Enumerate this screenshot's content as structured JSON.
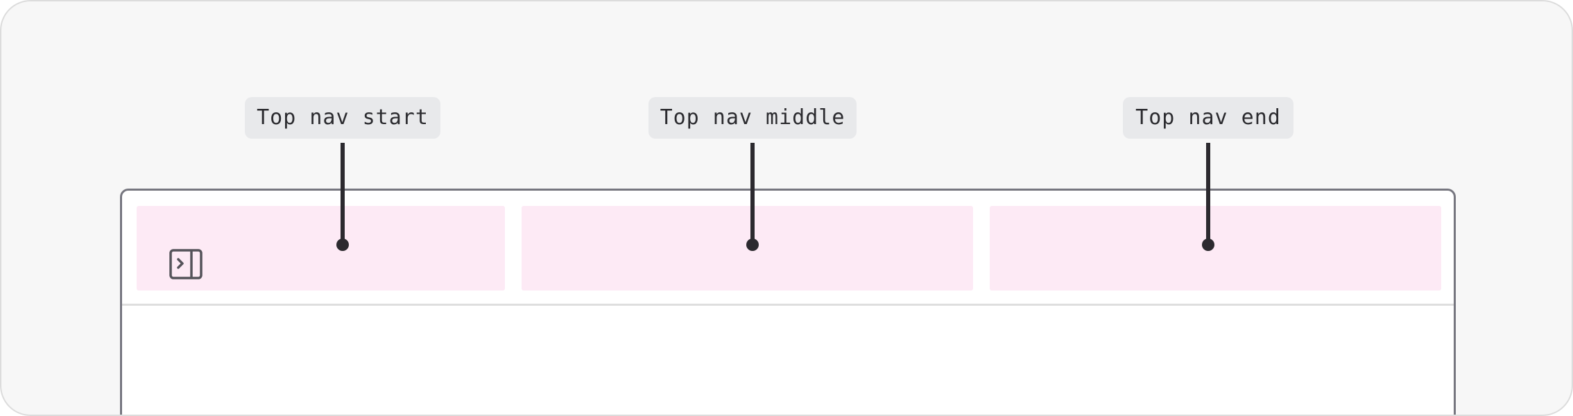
{
  "callouts": {
    "start": "Top nav start",
    "middle": "Top nav middle",
    "end": "Top nav end"
  },
  "colors": {
    "slot_fill": "#fdeaf5",
    "leader": "#2c2a2f",
    "callout_fill": "#e8e9eb",
    "frame_border": "#76767f"
  },
  "icons": {
    "sidebar_toggle": "sidebar-expand-icon"
  }
}
